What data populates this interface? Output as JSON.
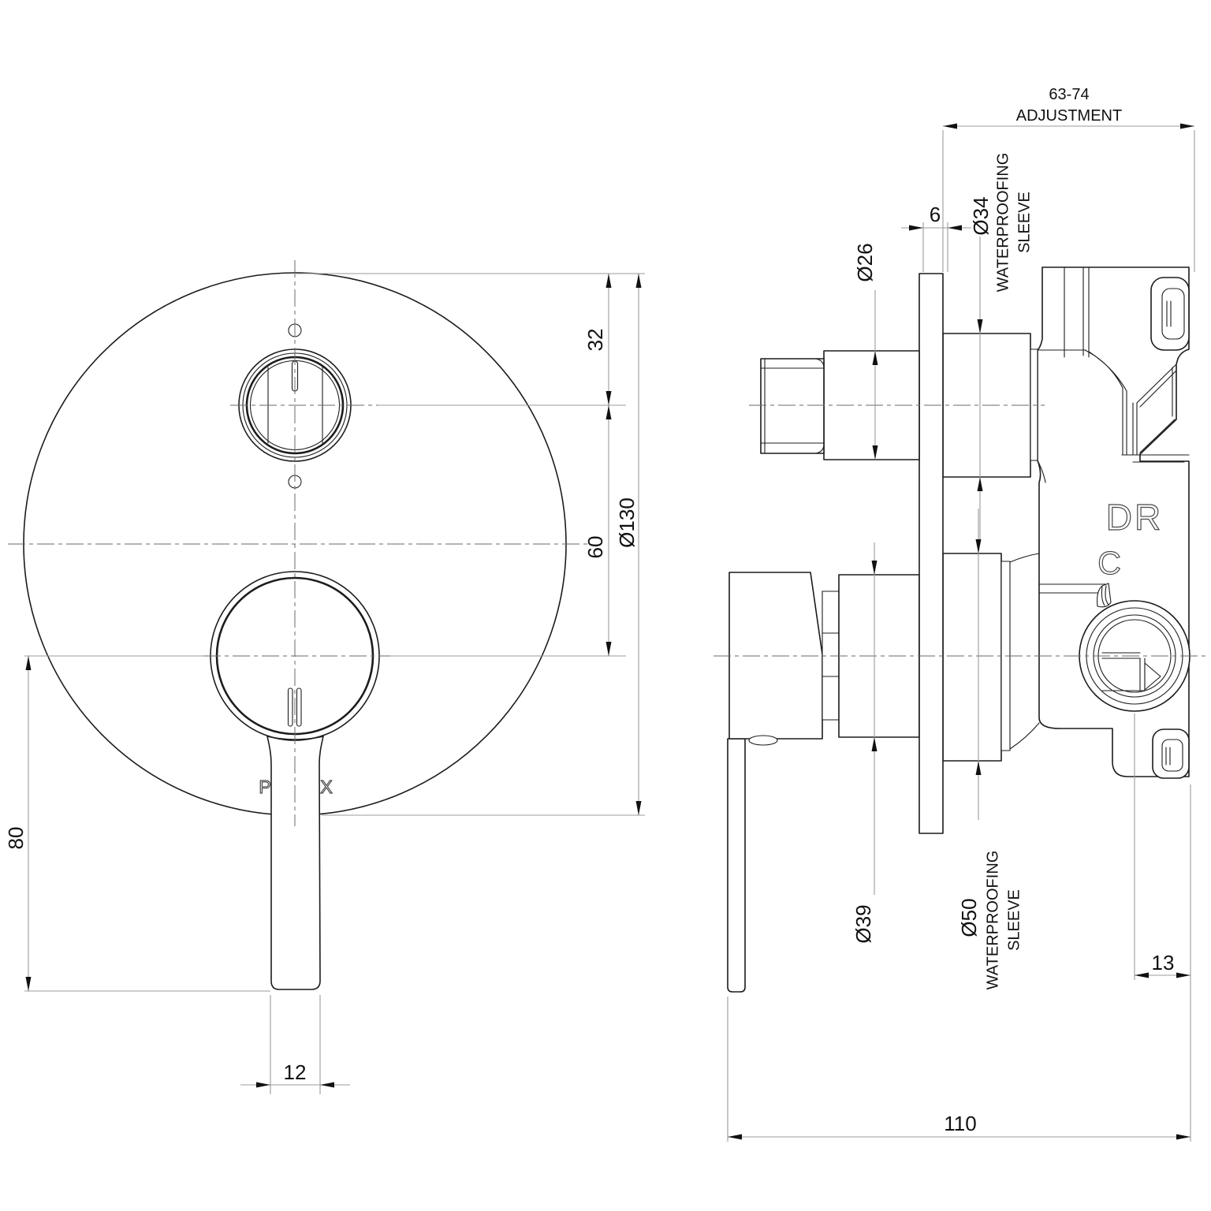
{
  "front_view": {
    "brand_p": "P",
    "brand_x": "X",
    "dim_32": "32",
    "dim_60": "60",
    "dim_dia130": "Ø130",
    "dim_80": "80",
    "dim_12": "12"
  },
  "side_view": {
    "dim_adjust_value": "63-74",
    "dim_adjust_label": "ADJUSTMENT",
    "dim_6": "6",
    "dim_dia26": "Ø26",
    "dim_dia34": "Ø34",
    "dim_dia39": "Ø39",
    "dim_dia50": "Ø50",
    "waterproofing": "WATERPROOFING",
    "sleeve": "SLEEVE",
    "dim_13": "13",
    "dim_110": "110",
    "engraving_dr": "DR",
    "engraving_c": "C"
  },
  "colors": {
    "object_line": "#1c1c1c",
    "dim_line": "#9b9b9b",
    "text": "#111111",
    "background": "#ffffff"
  }
}
